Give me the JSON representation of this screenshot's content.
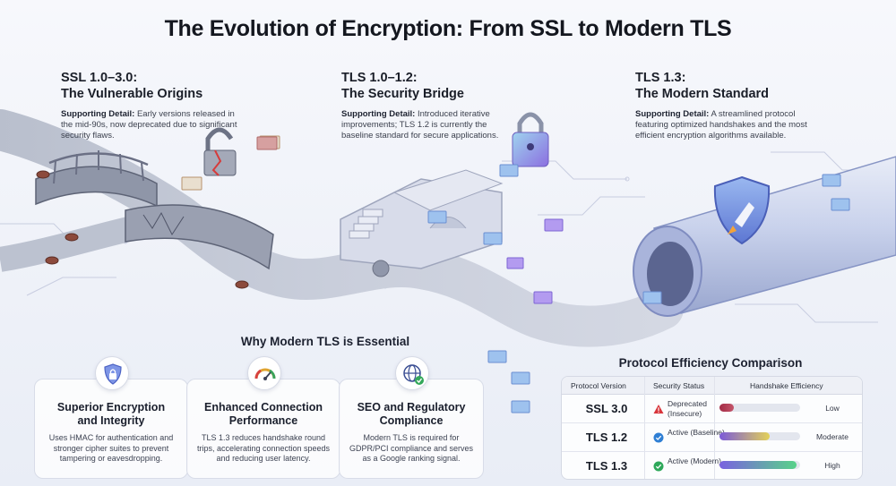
{
  "title": "The Evolution of Encryption: From SSL to Modern TLS",
  "stages": [
    {
      "heading_line1": "SSL 1.0–3.0:",
      "heading_line2": "The Vulnerable Origins",
      "detail_label": "Supporting Detail:",
      "detail_text": "Early versions released in the mid-90s, now deprecated due to significant security flaws."
    },
    {
      "heading_line1": "TLS 1.0–1.2:",
      "heading_line2": "The Security Bridge",
      "detail_label": "Supporting Detail:",
      "detail_text": "Introduced iterative improvements; TLS 1.2 is currently the baseline standard for secure applications."
    },
    {
      "heading_line1": "TLS 1.3:",
      "heading_line2": "The Modern Standard",
      "detail_label": "Supporting Detail:",
      "detail_text": "A streamlined protocol featuring optimized handshakes and the most efficient encryption algorithms available."
    }
  ],
  "essential": {
    "title": "Why Modern TLS is Essential",
    "cards": [
      {
        "icon": "shield-lock-icon",
        "title": "Superior Encryption and Integrity",
        "text": "Uses HMAC for authentication and stronger cipher suites to prevent tampering or eavesdropping."
      },
      {
        "icon": "speedometer-icon",
        "title": "Enhanced Connection Performance",
        "text": "TLS 1.3 reduces handshake round trips, accelerating connection speeds and reducing user latency."
      },
      {
        "icon": "globe-check-icon",
        "title": "SEO and Regulatory Compliance",
        "text": "Modern TLS is required for GDPR/PCI compliance and serves as a Google ranking signal."
      }
    ]
  },
  "comparison": {
    "title": "Protocol Efficiency Comparison",
    "headers": [
      "Protocol Version",
      "Security Status",
      "Handshake Efficiency"
    ],
    "rows": [
      {
        "version": "SSL 3.0",
        "status": "Deprecated (Insecure)",
        "status_icon": "warning-icon",
        "status_color": "#d8353b",
        "efficiency": "Low",
        "efficiency_fraction": 0.18,
        "bar_colors": [
          "#a32a45",
          "#c4556a"
        ]
      },
      {
        "version": "TLS 1.2",
        "status": "Active (Baseline)",
        "status_icon": "check-icon",
        "status_color": "#2f7fd4",
        "efficiency": "Moderate",
        "efficiency_fraction": 0.62,
        "bar_colors": [
          "#7b5ad9",
          "#e3d158"
        ]
      },
      {
        "version": "TLS 1.3",
        "status": "Active (Modern)",
        "status_icon": "check-icon",
        "status_color": "#2ea85a",
        "efficiency": "High",
        "efficiency_fraction": 0.95,
        "bar_colors": [
          "#7a62e0",
          "#58d28a"
        ]
      }
    ]
  }
}
